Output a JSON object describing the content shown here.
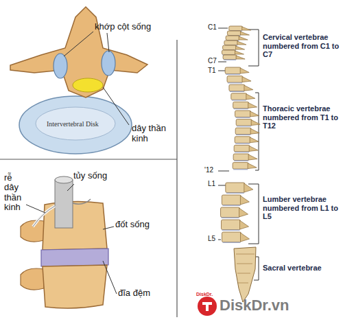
{
  "diagram": {
    "labels": [
      "khớp cột sống",
      "Intervertebral Disk",
      "dây thần kinh",
      "rễ dây thần kinh",
      "tủy sống",
      "đốt sống",
      "đĩa đệm",
      "C1",
      "C7",
      "T1",
      "'12",
      "L1",
      "L5",
      "Cervical vertebrae numbered from C1 to C7",
      "Thoracic vertebrae numbered from T1 to T12",
      "Lumber vertebrae numbered from L1 to L5",
      "Sacral vertebrae",
      "DiskDr.",
      "DiskDr.vn"
    ]
  }
}
